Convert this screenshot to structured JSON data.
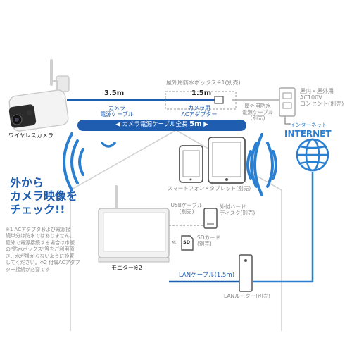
{
  "cable_35": {
    "length": "3.5m",
    "label_line1": "カメラ",
    "label_line2": "電源ケーブル"
  },
  "adapter": {
    "length": "1.5m",
    "label_line1": "カメラ用",
    "label_line2": "ACアダプター"
  },
  "outdoor_box": {
    "label": "屋外用防水ボックス※1(別売)"
  },
  "outdoor_cable": {
    "line1": "屋外用防水",
    "line2": "電源ケーブル",
    "line3": "(別売)"
  },
  "outlet": {
    "line1": "屋内・屋外用",
    "line2": "AC100V",
    "line3": "コンセント(別売)"
  },
  "total_banner": {
    "text": "カメラ電源ケーブル全長",
    "length": "5m",
    "arrow_left": "◀",
    "arrow_right": "▶"
  },
  "camera": {
    "label": "ワイヤレスカメラ"
  },
  "internet": {
    "kana": "インターネット",
    "label": "INTERNET"
  },
  "smart": {
    "label": "スマートフォン・タブレット(別売)"
  },
  "headline": {
    "line1": "外から",
    "line2": "カメラ映像を",
    "line3": "チェック!!"
  },
  "usb": {
    "line1": "USBケーブル",
    "line2": "(別売)"
  },
  "hdd": {
    "line1": "外付ハード",
    "line2": "ディスク(別売)"
  },
  "sd": {
    "label": "SDカード",
    "sub": "(別売)",
    "arrows": "«",
    "card_text": "SD"
  },
  "lan_cable": {
    "label": "LANケーブル(1.5m)"
  },
  "router": {
    "label": "LANルーター(別売)"
  },
  "monitor": {
    "label": "モニター※2"
  },
  "note": {
    "line1": "※1 ACアダプタおよび電源接",
    "line2": "続単分は防水ではありません。",
    "line3": "屋外で電源接続する場合は市販",
    "line4": "の\"防水ボックス\"等をご利用頂",
    "line5": "き、水が掛からないように設置",
    "line6": "してください。※2 付属ACアダプ",
    "line7": "ター接続が必要です"
  },
  "colors": {
    "brand_blue": "#1f5db0",
    "light_blue": "#2b7fd0",
    "banner": "#1f5db0",
    "gray_line": "#b5b5b5"
  }
}
